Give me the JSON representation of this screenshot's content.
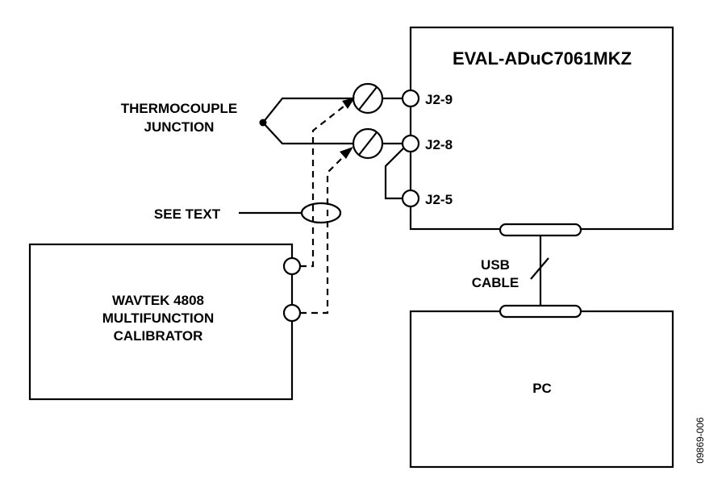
{
  "labels": {
    "eval_board": "EVAL-ADuC7061MKZ",
    "thermocouple_line1": "THERMOCOUPLE",
    "thermocouple_line2": "JUNCTION",
    "see_text": "SEE TEXT",
    "calibrator_line1": "WAVTEK 4808",
    "calibrator_line2": "MULTIFUNCTION",
    "calibrator_line3": "CALIBRATOR",
    "usb_line1": "USB",
    "usb_line2": "CABLE",
    "pc": "PC",
    "figure_id": "09869-006"
  },
  "connectors": {
    "j2_9": "J2-9",
    "j2_8": "J2-8",
    "j2_5": "J2-5"
  }
}
